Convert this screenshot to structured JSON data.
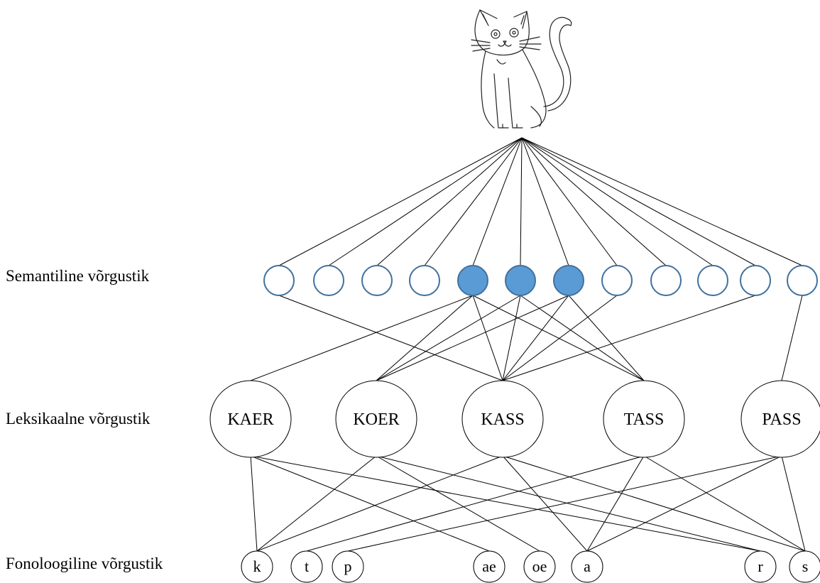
{
  "layers": {
    "semantic_label": "Semantiline võrgustik",
    "lexical_label": "Leksikaalne võrgustik",
    "phonological_label": "Fonoloogiline võrgustik"
  },
  "image_icon": "cat-drawing",
  "colors": {
    "active_fill": "#5b9bd5",
    "node_stroke": "#41719c",
    "inactive_fill": "#ffffff"
  },
  "semantic_nodes": [
    {
      "active": false
    },
    {
      "active": false
    },
    {
      "active": false
    },
    {
      "active": false
    },
    {
      "active": true
    },
    {
      "active": true
    },
    {
      "active": true
    },
    {
      "active": false
    },
    {
      "active": false
    },
    {
      "active": false
    },
    {
      "active": false
    },
    {
      "active": false
    }
  ],
  "lexical_nodes": [
    "KAER",
    "KOER",
    "KASS",
    "TASS",
    "PASS"
  ],
  "phonological_nodes": [
    "k",
    "t",
    "p",
    "ae",
    "oe",
    "a",
    "r",
    "s"
  ],
  "lexical_to_semantic": {
    "KAER": [
      4
    ],
    "KOER": [
      4,
      5,
      6
    ],
    "KASS": [
      0,
      4,
      5,
      6,
      7,
      10
    ],
    "TASS": [
      4,
      5,
      6
    ],
    "PASS": [
      11
    ]
  },
  "lexical_to_phonological": {
    "KAER": [
      "k",
      "ae",
      "r"
    ],
    "KOER": [
      "k",
      "oe",
      "r"
    ],
    "KASS": [
      "k",
      "a",
      "s"
    ],
    "TASS": [
      "t",
      "a",
      "s"
    ],
    "PASS": [
      "p",
      "a",
      "s"
    ]
  }
}
